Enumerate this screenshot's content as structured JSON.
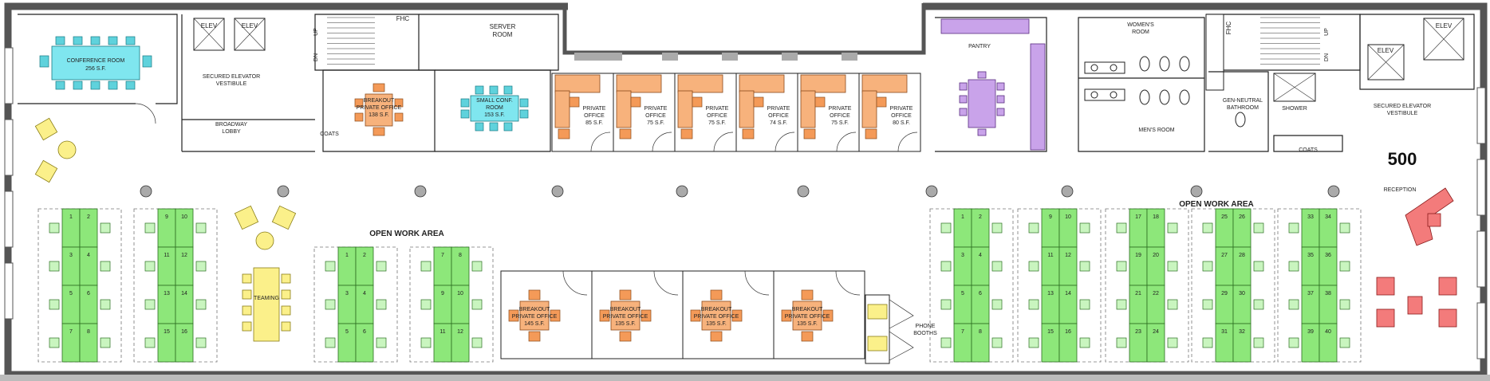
{
  "suite_number": "500",
  "colors": {
    "workstation": "#8de77a",
    "private_office": "#f7b27c",
    "conference": "#7fe6ef",
    "teaming": "#fbf08a",
    "pantry": "#c9a3ea",
    "reception": "#f37b7b"
  },
  "labels": {
    "conference_room": "CONFERENCE ROOM",
    "conference_sf": "256 S.F.",
    "elev": "ELEV",
    "secured_vestibule_left": "SECURED ELEVATOR",
    "vestibule": "VESTIBULE",
    "broadway_lobby_1": "BROADWAY",
    "broadway_lobby_2": "LOBBY",
    "coats": "COATS",
    "fhc": "FHC",
    "up": "UP",
    "dn": "DN",
    "server_room_1": "SERVER",
    "server_room_2": "ROOM",
    "breakout": "BREAKOUT",
    "private_office": "PRIVATE OFFICE",
    "breakout_top_sf": "138 S.F.",
    "small_conf_1": "SMALL CONF.",
    "small_conf_2": "ROOM",
    "small_conf_sf": "153 S.F.",
    "private": "PRIVATE",
    "office": "OFFICE",
    "pantry": "PANTRY",
    "womens_room_1": "WOMEN'S",
    "womens_room_2": "ROOM",
    "mens_room": "MEN'S ROOM",
    "gen_neutral_1": "GEN-NEUTRAL",
    "gen_neutral_2": "BATHROOM",
    "shower": "SHOWER",
    "secured_vestibule_right": "SECURED ELEVATOR",
    "reception": "RECEPTION",
    "open_work_area": "OPEN WORK AREA",
    "teaming": "TEAMING",
    "phone_booths_1": "PHONE",
    "phone_booths_2": "BOOTHS"
  },
  "private_offices": [
    {
      "sf": "85 S.F."
    },
    {
      "sf": "75 S.F."
    },
    {
      "sf": "75 S.F."
    },
    {
      "sf": "74 S.F."
    },
    {
      "sf": "75 S.F."
    },
    {
      "sf": "80 S.F."
    }
  ],
  "bottom_breakouts": [
    {
      "sf": "145 S.F."
    },
    {
      "sf": "135 S.F."
    },
    {
      "sf": "135 S.F."
    },
    {
      "sf": "135 S.F."
    }
  ],
  "workstation_groups_left": [
    {
      "numbers": [
        "1",
        "2",
        "3",
        "4",
        "5",
        "6",
        "7",
        "8"
      ]
    },
    {
      "numbers": [
        "9",
        "10",
        "11",
        "12",
        "13",
        "14",
        "15",
        "16"
      ]
    },
    {
      "numbers": [
        "1",
        "2",
        "3",
        "4",
        "5",
        "6"
      ]
    },
    {
      "numbers": [
        "7",
        "8",
        "9",
        "10",
        "11",
        "12"
      ]
    }
  ],
  "workstation_groups_right": [
    {
      "numbers": [
        "1",
        "2",
        "3",
        "4",
        "5",
        "6",
        "7",
        "8"
      ]
    },
    {
      "numbers": [
        "9",
        "10",
        "11",
        "12",
        "13",
        "14",
        "15",
        "16"
      ]
    },
    {
      "numbers": [
        "17",
        "18",
        "19",
        "20",
        "21",
        "22",
        "23",
        "24"
      ]
    },
    {
      "numbers": [
        "25",
        "26",
        "27",
        "28",
        "29",
        "30",
        "31",
        "32"
      ]
    },
    {
      "numbers": [
        "33",
        "34",
        "35",
        "36",
        "37",
        "38",
        "39",
        "40"
      ]
    }
  ]
}
